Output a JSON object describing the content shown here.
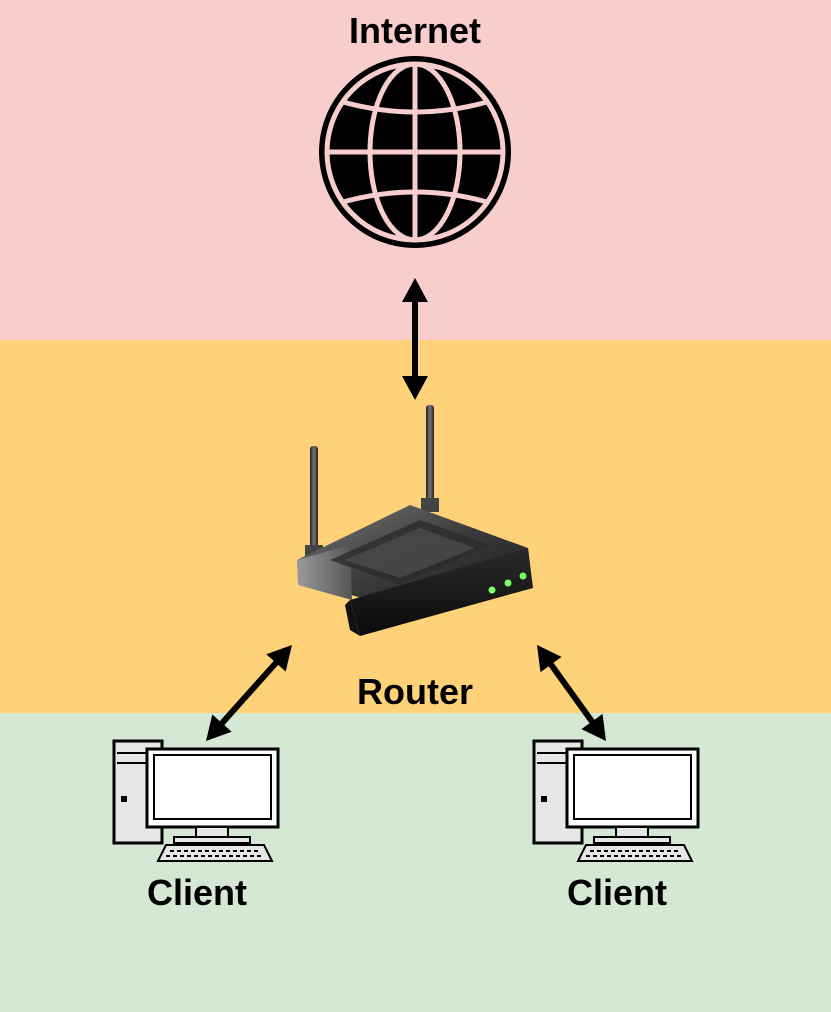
{
  "colors": {
    "internet_zone": "#f8cecc",
    "router_zone": "#ffd27a",
    "clients_zone": "#d5e8d4",
    "globe": "#000000",
    "globe_lines": "#f8cecc",
    "arrow": "#000000"
  },
  "nodes": {
    "internet": {
      "label": "Internet",
      "icon": "globe-icon"
    },
    "router": {
      "label": "Router",
      "icon": "wireless-router-icon"
    },
    "client_left": {
      "label": "Client",
      "icon": "desktop-computer-icon"
    },
    "client_right": {
      "label": "Client",
      "icon": "desktop-computer-icon"
    }
  },
  "edges": [
    {
      "from": "internet",
      "to": "router",
      "direction": "bidirectional"
    },
    {
      "from": "router",
      "to": "client_left",
      "direction": "bidirectional"
    },
    {
      "from": "router",
      "to": "client_right",
      "direction": "bidirectional"
    }
  ]
}
